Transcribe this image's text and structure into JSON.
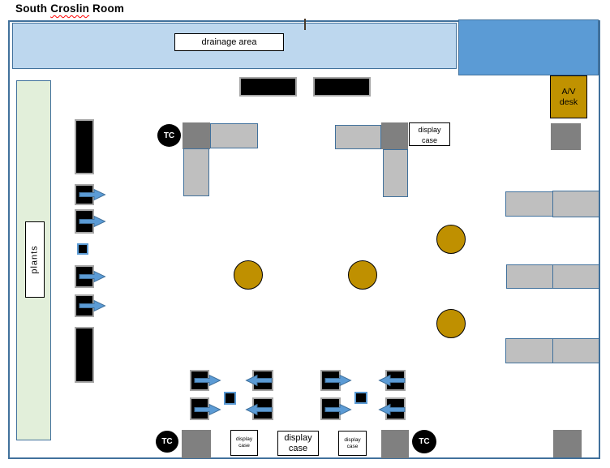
{
  "title": {
    "pre": "South ",
    "misspelled": "Croslin",
    "post": " Room"
  },
  "labels": {
    "drainage_area": "drainage area",
    "plants": "plants",
    "av_desk_line1": "A/V",
    "av_desk_line2": "desk",
    "display_line1": "display",
    "display_line2": "case",
    "tc": "TC"
  },
  "colors": {
    "room_border": "#41719C",
    "drainage_fill": "#BDD7EE",
    "stage_fill": "#5B9BD5",
    "plants_fill": "#E2EFDA",
    "table_light_gray": "#BFBFBF",
    "table_dark_gray": "#808080",
    "gold": "#BF9000",
    "av_desk_fill": "#C09200",
    "arrow_fill": "#5B9BD5",
    "arrow_border": "#41719C",
    "black_table": "#000000",
    "black_table_border": "#A6A6A6",
    "small_square_border": "#5B9BD5",
    "misspell_underline": "#FF0000"
  }
}
